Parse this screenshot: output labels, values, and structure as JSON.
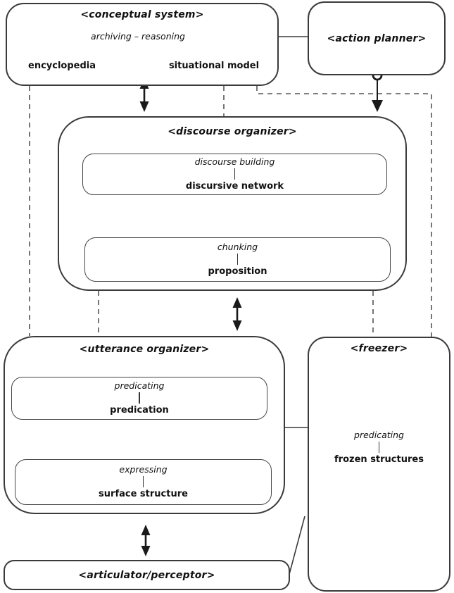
{
  "colors": {
    "box_border": "#3a3a3a",
    "dashed_link": "#555555",
    "arrow": "#1a1a1a",
    "text": "#111111",
    "background": "#ffffff"
  },
  "conceptual_system": {
    "title": "<conceptual system>",
    "process": "archiving – reasoning",
    "left_store": "encyclopedia",
    "right_store": "situational model"
  },
  "action_planner": {
    "title": "<action planner>"
  },
  "discourse_organizer": {
    "title": "<discourse organizer>",
    "units": [
      {
        "process": "discourse building",
        "structure": "discursive network"
      },
      {
        "process": "chunking",
        "structure": "proposition"
      }
    ]
  },
  "utterance_organizer": {
    "title": "<utterance organizer>",
    "units": [
      {
        "process": "predicating",
        "structure": "predication"
      },
      {
        "process": "expressing",
        "structure": "surface structure"
      }
    ]
  },
  "freezer": {
    "title": "<freezer>",
    "unit": {
      "process": "predicating",
      "structure": "frozen structures"
    }
  },
  "articulator_perceptor": {
    "title": "<articulator/perceptor>"
  }
}
